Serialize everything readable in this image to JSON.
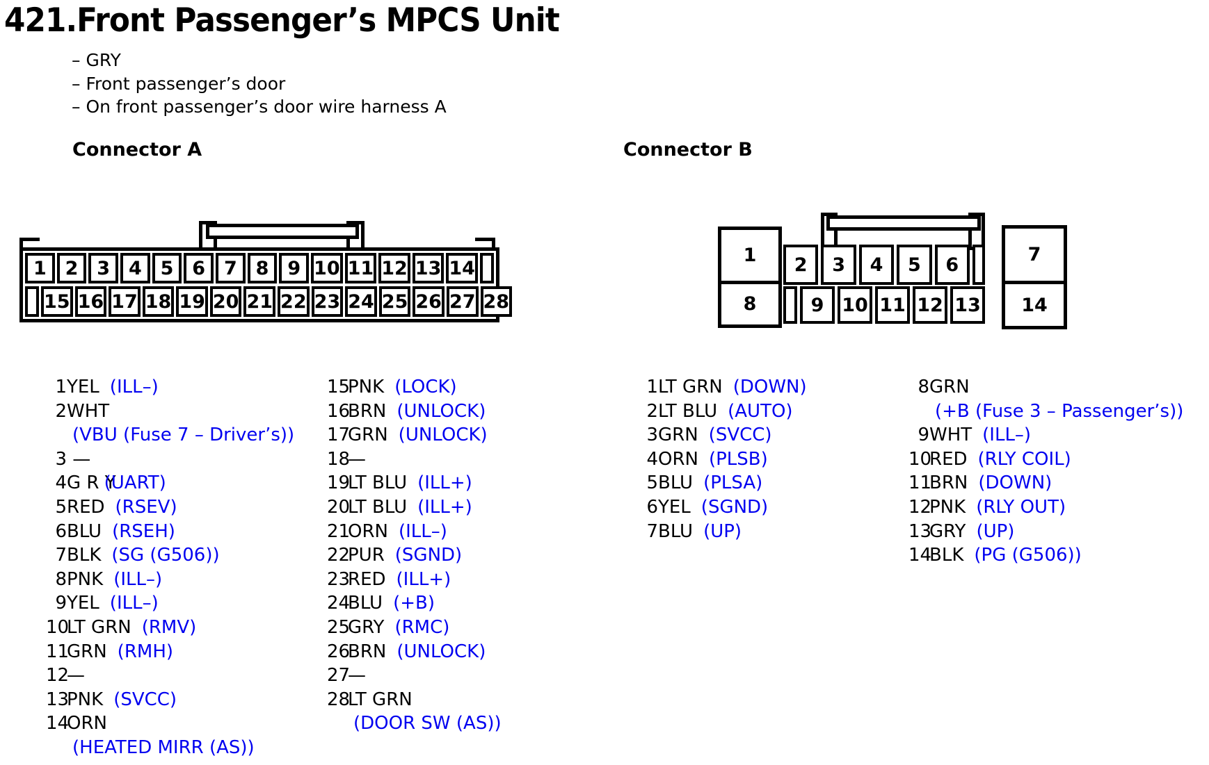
{
  "title": "421.Front Passenger’s MPCS Unit",
  "notes": [
    "– GRY",
    "– Front passenger’s door",
    "– On front passenger’s door wire harness A"
  ],
  "colors": {
    "signal_blue": "#0101f0",
    "text_black": "#000000",
    "line_black": "#000000"
  },
  "connector_a": {
    "heading": "Connector A",
    "pins_top": [
      "1",
      "2",
      "3",
      "4",
      "5",
      "6",
      "7",
      "8",
      "9",
      "10",
      "11",
      "12",
      "13",
      "14",
      ""
    ],
    "pins_bottom": [
      "",
      "15",
      "16",
      "17",
      "18",
      "19",
      "20",
      "21",
      "22",
      "23",
      "24",
      "25",
      "26",
      "27",
      "28"
    ],
    "list_left": [
      {
        "n": "1",
        "c": "YEL",
        "s": "(ILL–)"
      },
      {
        "n": "2",
        "c": "WHT",
        "s": "(VBU (Fuse 7 – Driver’s))",
        "wrap": true
      },
      {
        "n": "3",
        "c": " —",
        "s": ""
      },
      {
        "n": "4",
        "c": "G R Y",
        "s": "(UART)",
        "ov": true
      },
      {
        "n": "5",
        "c": "RED",
        "s": "(RSEV)"
      },
      {
        "n": "6",
        "c": "BLU",
        "s": "(RSEH)"
      },
      {
        "n": "7",
        "c": "BLK",
        "s": "(SG (G506))"
      },
      {
        "n": "8",
        "c": "PNK",
        "s": "(ILL–)"
      },
      {
        "n": "9",
        "c": "YEL",
        "s": "(ILL–)"
      },
      {
        "n": "10",
        "c": "LT GRN",
        "s": "(RMV)"
      },
      {
        "n": "11",
        "c": "GRN",
        "s": "(RMH)"
      },
      {
        "n": "12",
        "c": "—",
        "s": ""
      },
      {
        "n": "13",
        "c": "PNK",
        "s": "(SVCC)"
      },
      {
        "n": "14",
        "c": "ORN",
        "s": "(HEATED MIRR (AS))",
        "wrap": true
      }
    ],
    "list_right": [
      {
        "n": "15",
        "c": "PNK",
        "s": "(LOCK)"
      },
      {
        "n": "16",
        "c": "BRN",
        "s": "(UNLOCK)"
      },
      {
        "n": "17",
        "c": "GRN",
        "s": "(UNLOCK)"
      },
      {
        "n": "18",
        "c": "—",
        "s": ""
      },
      {
        "n": "19",
        "c": "LT BLU",
        "s": "(ILL+)"
      },
      {
        "n": "20",
        "c": "LT BLU",
        "s": "(ILL+)"
      },
      {
        "n": "21",
        "c": "ORN",
        "s": "(ILL–)"
      },
      {
        "n": "22",
        "c": "PUR",
        "s": "(SGND)"
      },
      {
        "n": "23",
        "c": "RED",
        "s": "(ILL+)"
      },
      {
        "n": "24",
        "c": "BLU",
        "s": "(+B)"
      },
      {
        "n": "25",
        "c": "GRY",
        "s": "(RMC)"
      },
      {
        "n": "26",
        "c": "BRN",
        "s": "(UNLOCK)"
      },
      {
        "n": "27",
        "c": "—",
        "s": ""
      },
      {
        "n": "28",
        "c": "LT GRN",
        "s": "(DOOR SW (AS))",
        "wrap": true
      }
    ]
  },
  "connector_b": {
    "heading": "Connector B",
    "pins_left": [
      "1",
      "8"
    ],
    "pins_mid_top": [
      "2",
      "3",
      "4",
      "5",
      "6",
      ""
    ],
    "pins_mid_bottom": [
      "",
      "9",
      "10",
      "11",
      "12",
      "13"
    ],
    "pins_right": [
      "7",
      "14"
    ],
    "list_left": [
      {
        "n": "1",
        "c": "LT GRN",
        "s": "(DOWN)"
      },
      {
        "n": "2",
        "c": "LT BLU",
        "s": "(AUTO)"
      },
      {
        "n": "3",
        "c": "GRN",
        "s": "(SVCC)"
      },
      {
        "n": "4",
        "c": "ORN",
        "s": "(PLSB)"
      },
      {
        "n": "5",
        "c": "BLU",
        "s": "(PLSA)"
      },
      {
        "n": "6",
        "c": "YEL",
        "s": "(SGND)"
      },
      {
        "n": "7",
        "c": "BLU",
        "s": "(UP)"
      }
    ],
    "list_right": [
      {
        "n": "8",
        "c": "GRN",
        "s": "(+B (Fuse 3 – Passenger’s))",
        "wrap": true
      },
      {
        "n": "9",
        "c": "WHT",
        "s": "(ILL–)"
      },
      {
        "n": "10",
        "c": "RED",
        "s": "(RLY COIL)"
      },
      {
        "n": "11",
        "c": "BRN",
        "s": "(DOWN)"
      },
      {
        "n": "12",
        "c": "PNK",
        "s": "(RLY OUT)"
      },
      {
        "n": "13",
        "c": "GRY",
        "s": "(UP)"
      },
      {
        "n": "14",
        "c": "BLK",
        "s": "(PG (G506))"
      }
    ]
  }
}
